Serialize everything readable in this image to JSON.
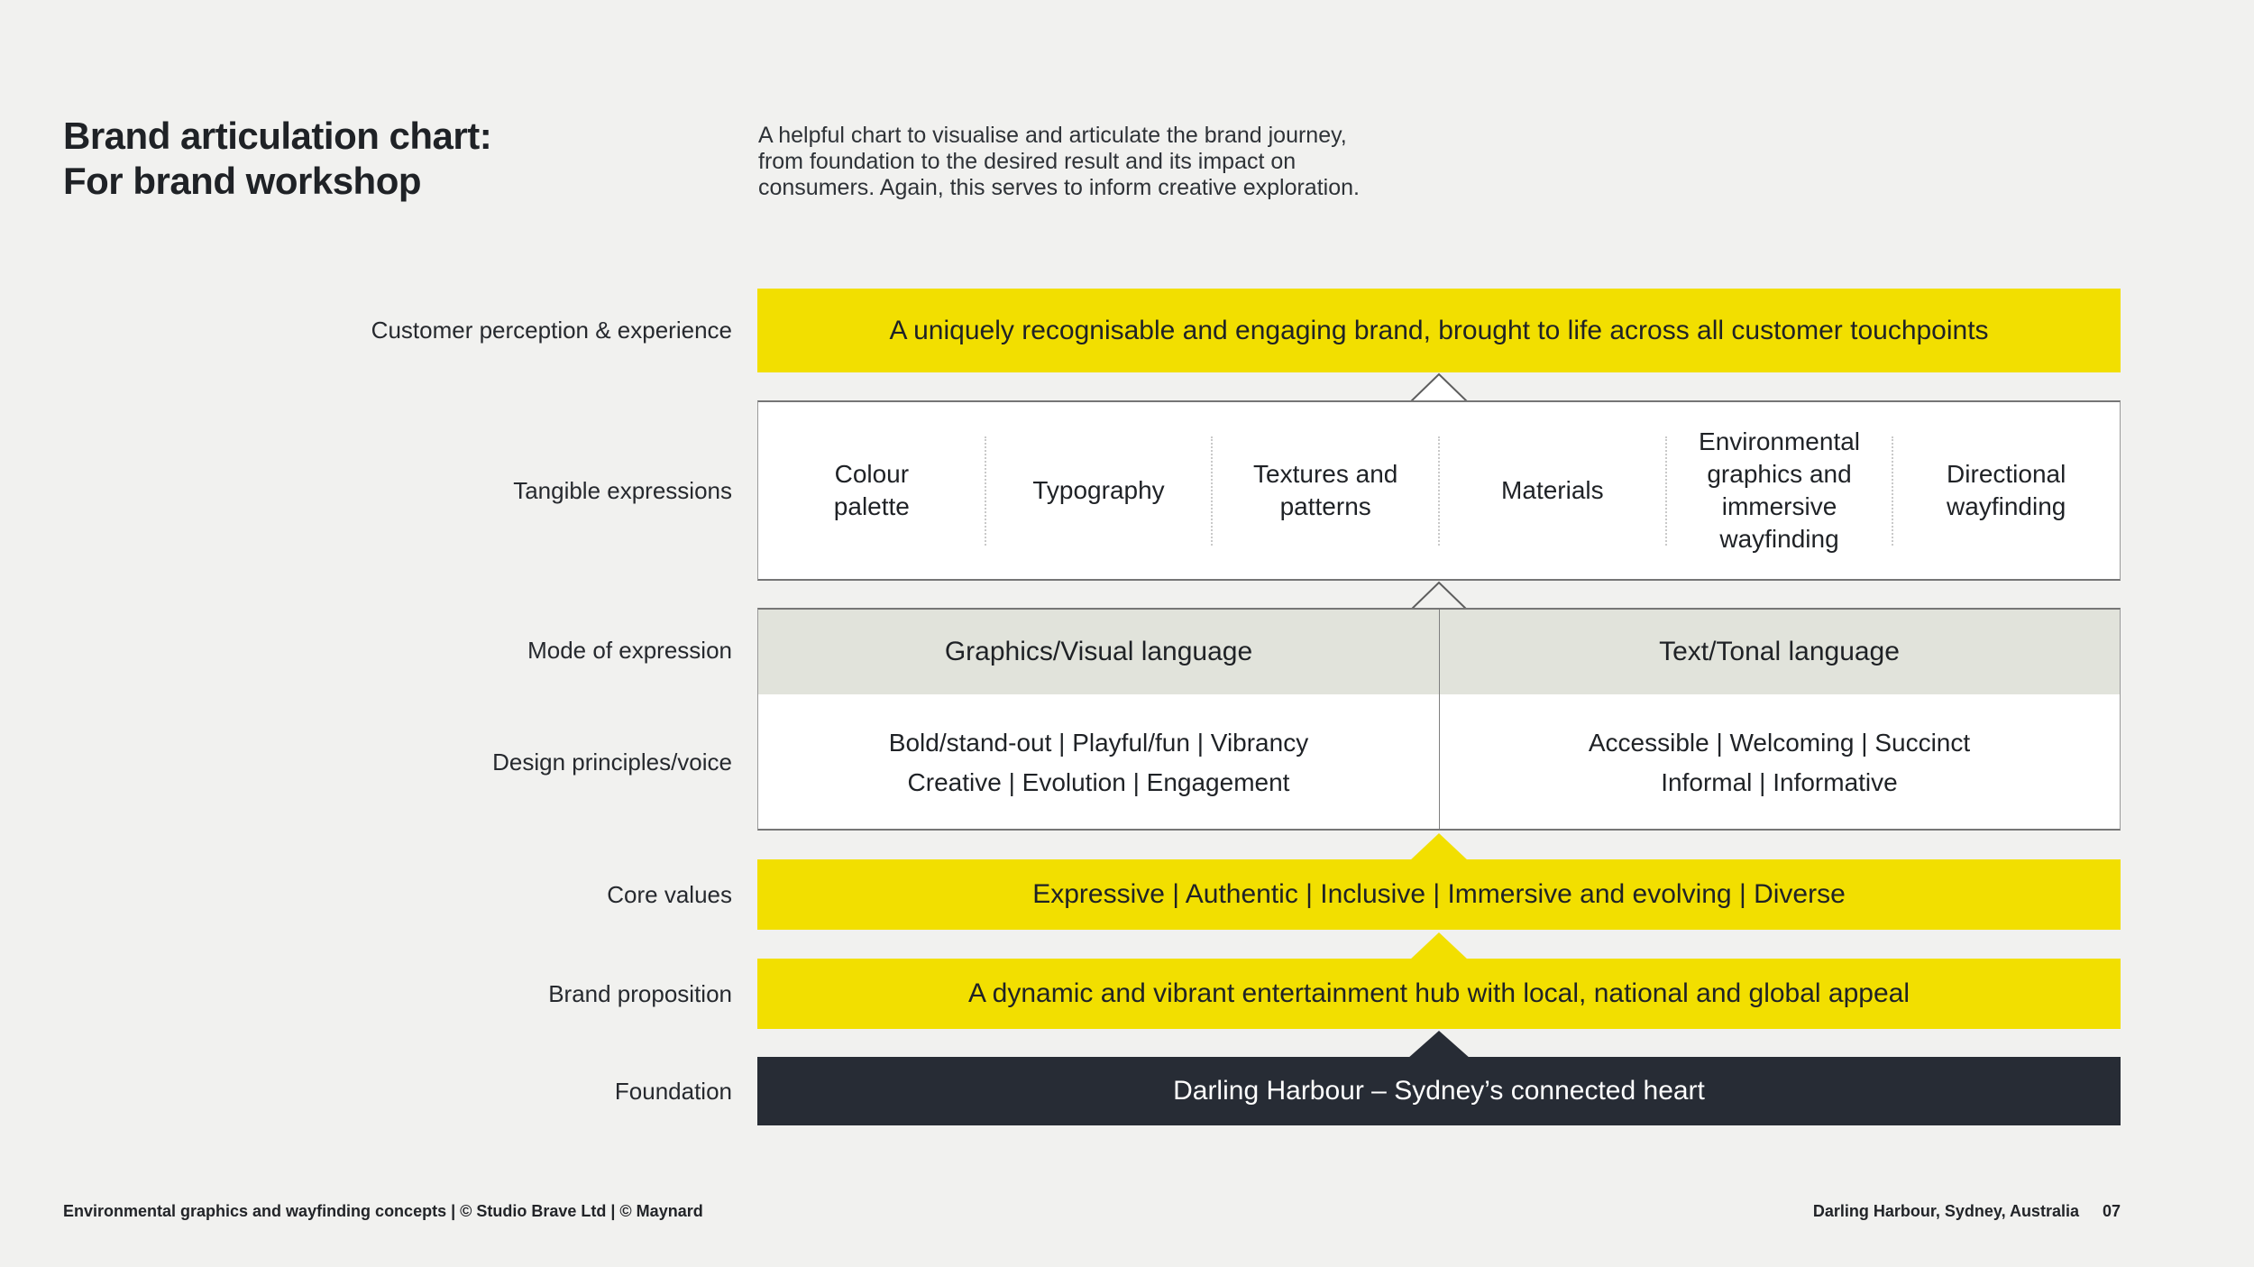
{
  "header": {
    "title": "Brand articulation chart:\nFor brand workshop",
    "description": "A helpful chart to visualise and articulate the brand journey,\nfrom foundation to the desired result and its impact on\nconsumers. Again, this serves to inform creative exploration."
  },
  "colors": {
    "accent_yellow": "#F2DF00",
    "foundation_dark": "#272C35",
    "mode_header_gray": "#E1E3DB",
    "page_background": "#F1F1EF",
    "box_white": "#FFFFFF"
  },
  "chart": {
    "customer_perception": {
      "label": "Customer perception & experience",
      "value": "A uniquely recognisable and engaging brand, brought to life across all customer touchpoints"
    },
    "tangible_expressions": {
      "label": "Tangible expressions",
      "items": [
        "Colour\npalette",
        "Typography",
        "Textures and\npatterns",
        "Materials",
        "Environmental\ngraphics and\nimmersive\nwayfinding",
        "Directional\nwayfinding"
      ]
    },
    "mode_of_expression": {
      "label": "Mode of expression",
      "left": "Graphics/Visual language",
      "right": "Text/Tonal language"
    },
    "design_principles": {
      "label": "Design principles/voice",
      "left": "Bold/stand-out | Playful/fun | Vibrancy\nCreative | Evolution | Engagement",
      "right": "Accessible | Welcoming | Succinct\nInformal | Informative"
    },
    "core_values": {
      "label": "Core values",
      "value": "Expressive | Authentic | Inclusive | Immersive and evolving | Diverse"
    },
    "brand_proposition": {
      "label": "Brand proposition",
      "value": "A dynamic and vibrant entertainment hub with local, national and global appeal"
    },
    "foundation": {
      "label": "Foundation",
      "value": "Darling Harbour – Sydney’s connected heart"
    }
  },
  "footer": {
    "left": "Environmental graphics and wayfinding concepts | © Studio Brave Ltd | © Maynard",
    "location": "Darling Harbour, Sydney, Australia",
    "page_number": "07"
  }
}
